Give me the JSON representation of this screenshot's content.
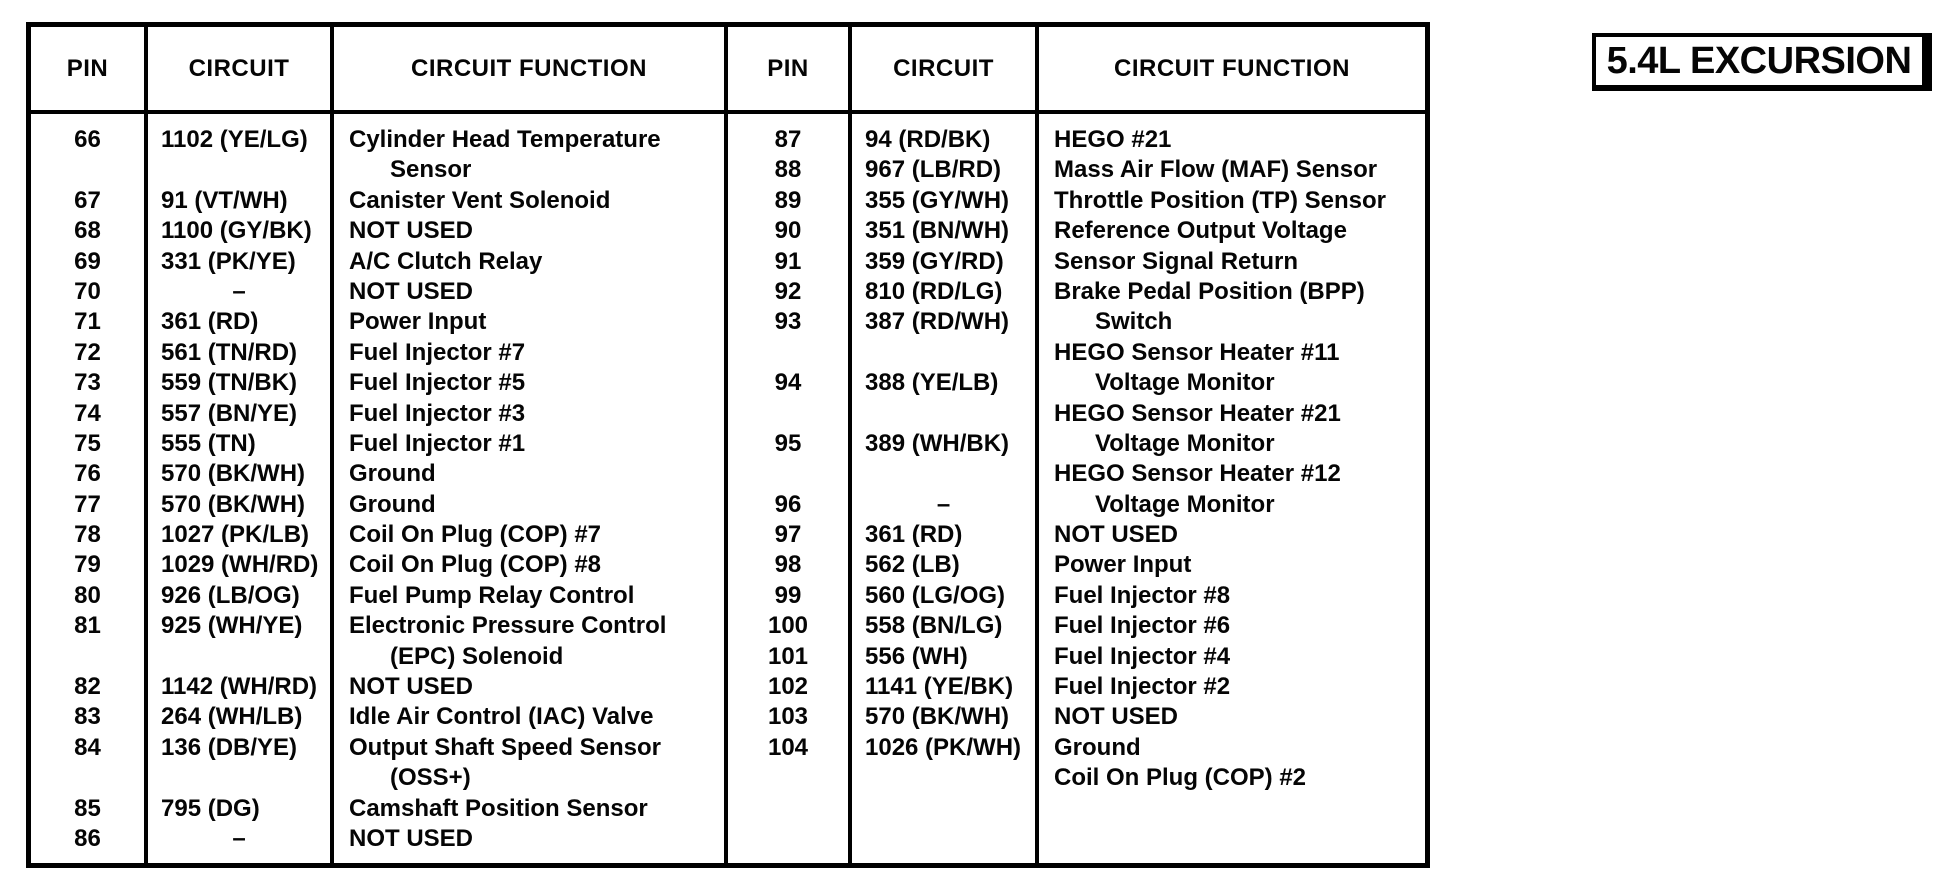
{
  "badge": {
    "label": "5.4L EXCURSION"
  },
  "table": {
    "left": {
      "pin_header": "PIN",
      "circuit_header": "CIRCUIT",
      "function_header": "CIRCUIT FUNCTION",
      "rows": [
        {
          "pin": "66",
          "circuit": "1102 (YE/LG)",
          "function": "Cylinder Head Temperature"
        },
        {
          "pin": "",
          "circuit": "",
          "function": "Sensor",
          "indent": true
        },
        {
          "pin": "67",
          "circuit": "91 (VT/WH)",
          "function": "Canister Vent Solenoid"
        },
        {
          "pin": "68",
          "circuit": "1100 (GY/BK)",
          "function": "NOT USED"
        },
        {
          "pin": "69",
          "circuit": "331 (PK/YE)",
          "function": "A/C Clutch Relay"
        },
        {
          "pin": "70",
          "circuit": "–",
          "function": "NOT USED"
        },
        {
          "pin": "71",
          "circuit": "361 (RD)",
          "function": "Power Input"
        },
        {
          "pin": "72",
          "circuit": "561 (TN/RD)",
          "function": "Fuel Injector #7"
        },
        {
          "pin": "73",
          "circuit": "559 (TN/BK)",
          "function": "Fuel Injector #5"
        },
        {
          "pin": "74",
          "circuit": "557 (BN/YE)",
          "function": "Fuel Injector #3"
        },
        {
          "pin": "75",
          "circuit": "555 (TN)",
          "function": "Fuel Injector #1"
        },
        {
          "pin": "76",
          "circuit": "570 (BK/WH)",
          "function": "Ground"
        },
        {
          "pin": "77",
          "circuit": "570 (BK/WH)",
          "function": "Ground"
        },
        {
          "pin": "78",
          "circuit": "1027 (PK/LB)",
          "function": "Coil On Plug (COP) #7"
        },
        {
          "pin": "79",
          "circuit": "1029 (WH/RD)",
          "function": "Coil On Plug (COP) #8"
        },
        {
          "pin": "80",
          "circuit": "926 (LB/OG)",
          "function": "Fuel Pump Relay Control"
        },
        {
          "pin": "81",
          "circuit": "925 (WH/YE)",
          "function": "Electronic Pressure Control"
        },
        {
          "pin": "",
          "circuit": "",
          "function": "(EPC) Solenoid",
          "indent": true
        },
        {
          "pin": "82",
          "circuit": "1142 (WH/RD)",
          "function": "NOT USED"
        },
        {
          "pin": "83",
          "circuit": "264 (WH/LB)",
          "function": "Idle Air Control (IAC) Valve"
        },
        {
          "pin": "84",
          "circuit": "136 (DB/YE)",
          "function": "Output Shaft Speed Sensor"
        },
        {
          "pin": "",
          "circuit": "",
          "function": "(OSS+)",
          "indent": true
        },
        {
          "pin": "85",
          "circuit": "795 (DG)",
          "function": "Camshaft Position Sensor"
        },
        {
          "pin": "86",
          "circuit": "–",
          "function": "NOT USED"
        }
      ]
    },
    "right": {
      "pin_header": "PIN",
      "circuit_header": "CIRCUIT",
      "function_header": "CIRCUIT FUNCTION",
      "rows": [
        {
          "pin": "87",
          "circuit": "94 (RD/BK)",
          "function": "HEGO #21"
        },
        {
          "pin": "88",
          "circuit": "967 (LB/RD)",
          "function": "Mass Air Flow (MAF) Sensor"
        },
        {
          "pin": "89",
          "circuit": "355 (GY/WH)",
          "function": "Throttle Position (TP) Sensor"
        },
        {
          "pin": "90",
          "circuit": "351 (BN/WH)",
          "function": "Reference Output Voltage"
        },
        {
          "pin": "91",
          "circuit": "359 (GY/RD)",
          "function": "Sensor Signal Return"
        },
        {
          "pin": "92",
          "circuit": "810 (RD/LG)",
          "function": "Brake Pedal Position (BPP)"
        },
        {
          "pin": "93",
          "circuit": "387 (RD/WH)",
          "function": "Switch",
          "indent": true
        },
        {
          "pin": "",
          "circuit": "",
          "function": "HEGO Sensor Heater #11"
        },
        {
          "pin": "94",
          "circuit": "388 (YE/LB)",
          "function": "Voltage Monitor",
          "indent": true
        },
        {
          "pin": "",
          "circuit": "",
          "function": "HEGO Sensor Heater #21"
        },
        {
          "pin": "95",
          "circuit": "389 (WH/BK)",
          "function": "Voltage Monitor",
          "indent": true
        },
        {
          "pin": "",
          "circuit": "",
          "function": "HEGO Sensor Heater #12"
        },
        {
          "pin": "96",
          "circuit": "–",
          "function": "Voltage Monitor",
          "indent": true
        },
        {
          "pin": "97",
          "circuit": "361 (RD)",
          "function": "NOT USED"
        },
        {
          "pin": "98",
          "circuit": "562 (LB)",
          "function": "Power Input"
        },
        {
          "pin": "99",
          "circuit": "560 (LG/OG)",
          "function": "Fuel Injector #8"
        },
        {
          "pin": "100",
          "circuit": "558 (BN/LG)",
          "function": "Fuel Injector #6"
        },
        {
          "pin": "101",
          "circuit": "556 (WH)",
          "function": "Fuel Injector #4"
        },
        {
          "pin": "102",
          "circuit": "1141 (YE/BK)",
          "function": "Fuel Injector #2"
        },
        {
          "pin": "103",
          "circuit": "570 (BK/WH)",
          "function": "NOT USED"
        },
        {
          "pin": "104",
          "circuit": "1026 (PK/WH)",
          "function": "Ground"
        },
        {
          "pin": "",
          "circuit": "",
          "function": "Coil On Plug (COP) #2"
        }
      ]
    }
  }
}
